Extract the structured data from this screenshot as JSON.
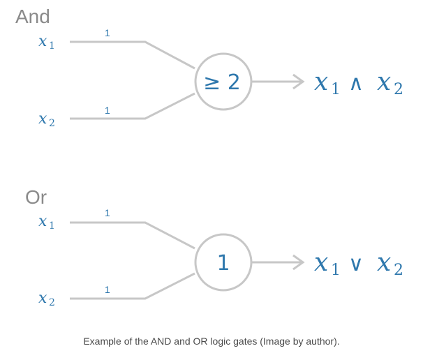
{
  "and_gate": {
    "title": "And",
    "input1": {
      "var": "x",
      "sub": "1"
    },
    "input2": {
      "var": "x",
      "sub": "2"
    },
    "weight1": "1",
    "weight2": "1",
    "threshold": "≥ 2",
    "output": {
      "a_var": "x",
      "a_sub": "1",
      "op": "∧",
      "b_var": "x",
      "b_sub": "2"
    }
  },
  "or_gate": {
    "title": "Or",
    "input1": {
      "var": "x",
      "sub": "1"
    },
    "input2": {
      "var": "x",
      "sub": "2"
    },
    "weight1": "1",
    "weight2": "1",
    "threshold": "1",
    "output": {
      "a_var": "x",
      "a_sub": "1",
      "op": "∨",
      "b_var": "x",
      "b_sub": "2"
    }
  },
  "caption": "Example of the AND and OR logic gates (Image by author).",
  "colors": {
    "accent": "#2f78ad",
    "wire": "#c7c7c7",
    "title": "#8a8a8a"
  }
}
